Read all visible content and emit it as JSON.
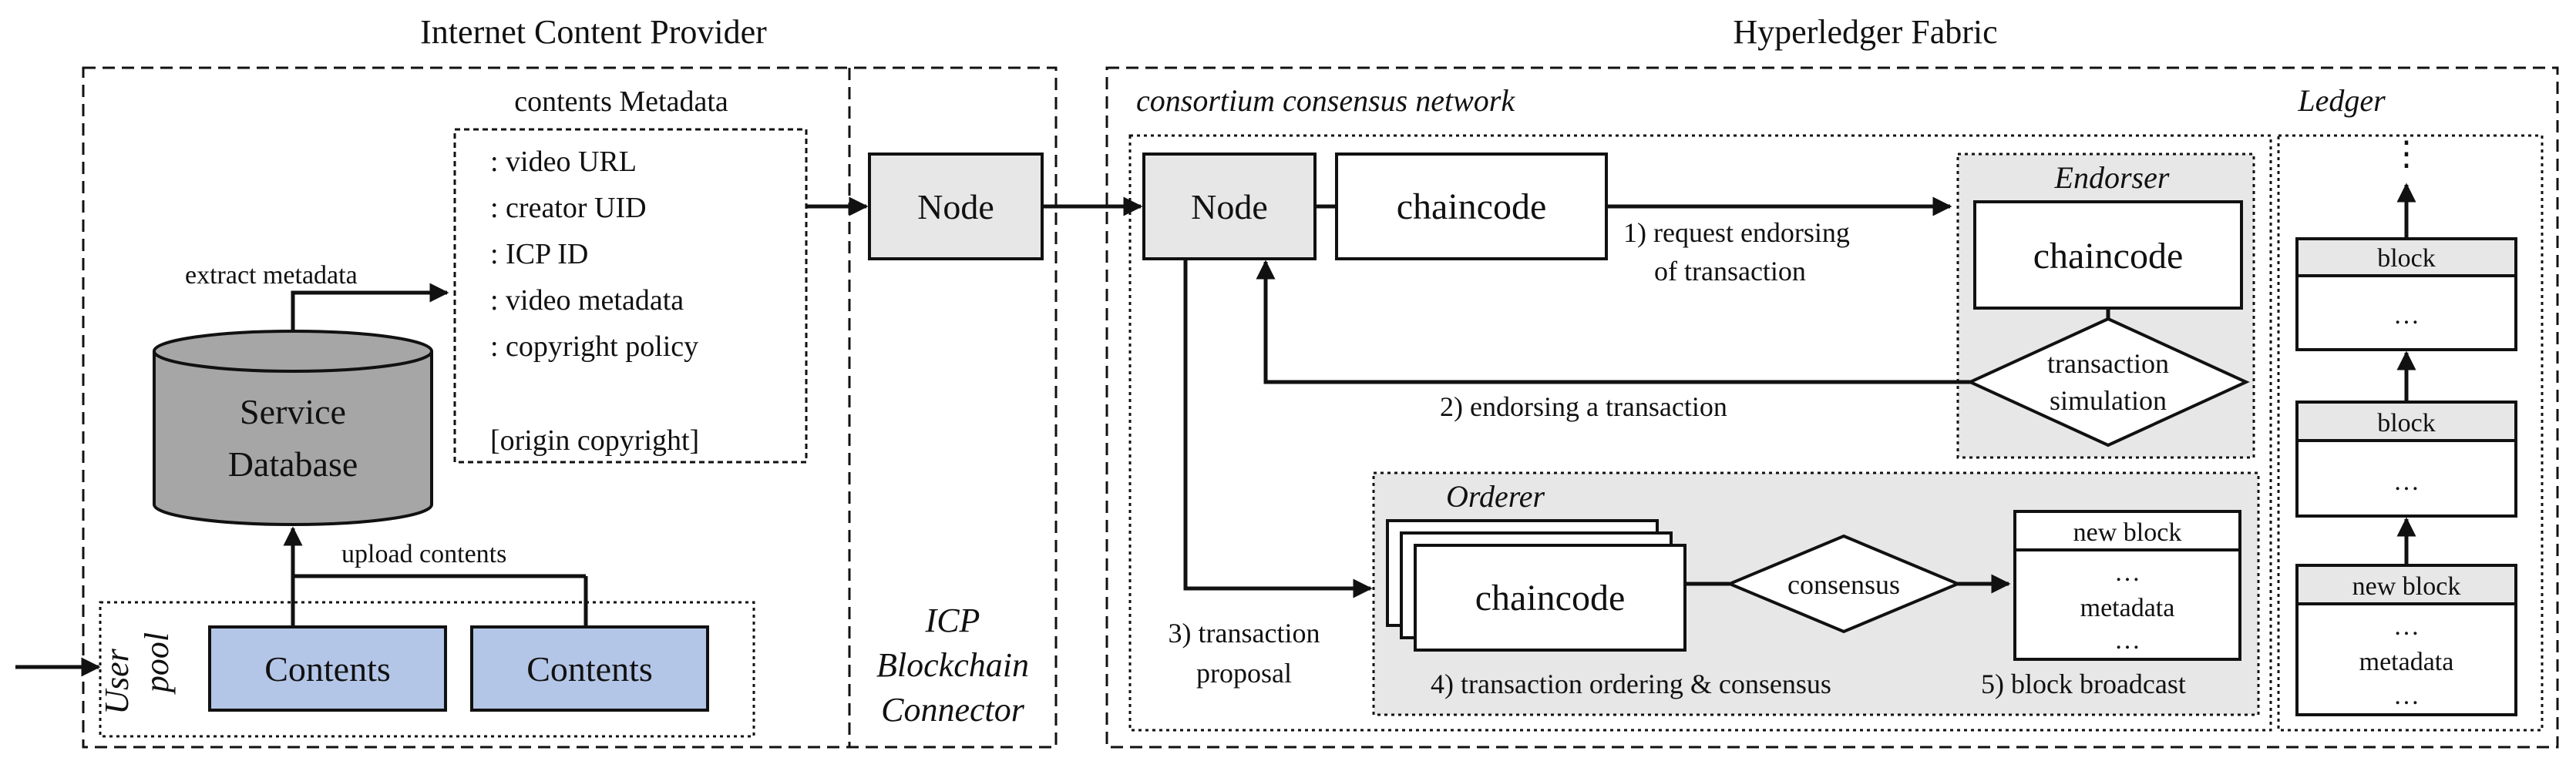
{
  "titles": {
    "icp": "Internet Content Provider",
    "fabric": "Hyperledger Fabric"
  },
  "icp": {
    "metadata_title": "contents Metadata",
    "metadata_items": [
      ": video URL",
      ": creator UID",
      ": ICP ID",
      ": video metadata",
      ": copyright policy"
    ],
    "metadata_footer": "[origin copyright]",
    "extract_label": "extract metadata",
    "database_line1": "Service",
    "database_line2": "Database",
    "upload_label": "upload contents",
    "user_pool_line1": "User",
    "user_pool_line2": "pool",
    "contents_1": "Contents",
    "contents_2": "Contents",
    "connector_node": "Node",
    "connector_line1": "ICP",
    "connector_line2": "Blockchain",
    "connector_line3": "Connector"
  },
  "network": {
    "label": "consortium consensus network",
    "node": "Node",
    "chaincode": "chaincode",
    "step1_line1": "1) request endorsing",
    "step1_line2": "of transaction",
    "step2": "2) endorsing a transaction",
    "step3_line1": "3) transaction",
    "step3_line2": "proposal",
    "endorser_title": "Endorser",
    "endorser_chaincode": "chaincode",
    "simulation_line1": "transaction",
    "simulation_line2": "simulation",
    "orderer_title": "Orderer",
    "orderer_chaincode": "chaincode",
    "consensus": "consensus",
    "step4": "4) transaction ordering & consensus",
    "new_block_header": "new block",
    "new_block_dots1": "…",
    "new_block_metadata": "metadata",
    "new_block_dots2": "…",
    "step5": "5) block broadcast"
  },
  "ledger": {
    "title": "Ledger",
    "top_dots": "⋮",
    "block1_header": "block",
    "block1_body": "…",
    "block2_header": "block",
    "block2_body": "…",
    "block3_header": "new block",
    "block3_dots1": "…",
    "block3_metadata": "metadata",
    "block3_dots2": "…"
  },
  "colors": {
    "blue_box": "#b4c6e7",
    "gray_box": "#e7e7e7",
    "database": "#a6a6a6",
    "line": "#111111"
  }
}
